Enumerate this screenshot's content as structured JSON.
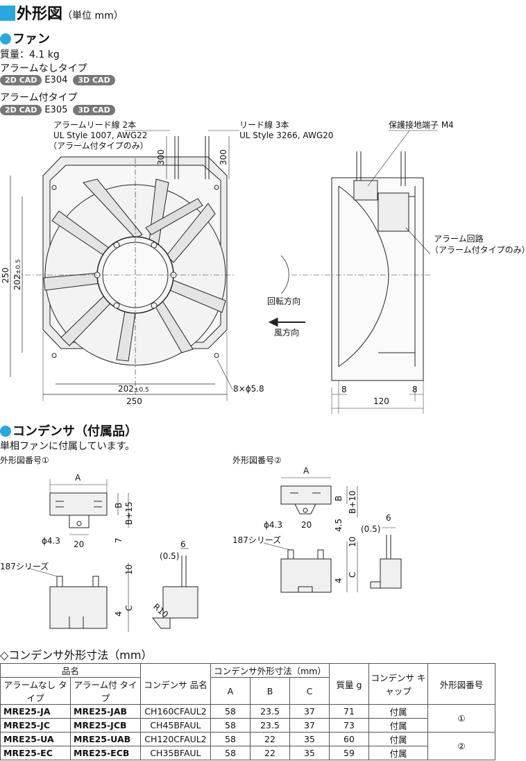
{
  "title": "外形図",
  "title_unit": "（単位 mm）",
  "fan": {
    "heading": "ファン",
    "mass": "質量：4.1 kg",
    "no_alarm_label": "アラームなしタイプ",
    "no_alarm_code": "E304",
    "alarm_label": "アラーム付タイプ",
    "alarm_code": "E305",
    "cad2d": "2D CAD",
    "cad3d": "3D CAD"
  },
  "fan_drawing": {
    "alarm_lead": "アラームリード線 2本",
    "alarm_lead_style": "UL Style 1007, AWG22",
    "alarm_lead_note": "（アラーム付タイプのみ）",
    "lead": "リード線 3本",
    "lead_style": "UL Style 3266, AWG20",
    "ground": "保護接地端子 M4",
    "alarm_circuit": "アラーム回路",
    "alarm_circuit_note": "（アラーム付タイプのみ）",
    "rotation": "回転方向",
    "airflow": "風方向",
    "dim_300": "300",
    "dim_250": "250",
    "dim_202": "202",
    "dim_tol": "±0.5",
    "holes": "8×ϕ5.8",
    "dim_8": "8",
    "dim_120": "120"
  },
  "capacitor": {
    "heading": "コンデンサ（付属品）",
    "note": "単相ファンに付属しています。",
    "fig1": "外形図番号①",
    "fig2": "外形図番号②",
    "A": "A",
    "B": "B",
    "B15": "B+15",
    "B10": "B+10",
    "C": "C",
    "phi": "ϕ4.3",
    "d20": "20",
    "d7": "7",
    "d10": "10",
    "d4": "4",
    "d45": "4.5",
    "d6": "6",
    "d05": "(0.5)",
    "r10": "R10",
    "series": "187シリーズ"
  },
  "table": {
    "title": "◇コンデンサ外形寸法（mm）",
    "h_name": "品名",
    "h_no_alarm": "アラームなし タイプ",
    "h_alarm": "アラーム付 タイプ",
    "h_cap_name": "コンデンサ 品名",
    "h_dims": "コンデンサ外形寸法（mm）",
    "h_A": "A",
    "h_B": "B",
    "h_C": "C",
    "h_mass": "質量 g",
    "h_cap": "コンデンサ キャップ",
    "h_fig": "外形図番号",
    "rows": [
      {
        "no_alarm": "MRE25-JA",
        "alarm": "MRE25-JAB",
        "cap": "CH160CFAUL2",
        "A": "58",
        "B": "23.5",
        "C": "37",
        "mass": "71",
        "capcap": "付属"
      },
      {
        "no_alarm": "MRE25-JC",
        "alarm": "MRE25-JCB",
        "cap": "CH45BFAUL",
        "A": "58",
        "B": "23.5",
        "C": "37",
        "mass": "73",
        "capcap": "付属"
      },
      {
        "no_alarm": "MRE25-UA",
        "alarm": "MRE25-UAB",
        "cap": "CH120CFAUL2",
        "A": "58",
        "B": "22",
        "C": "35",
        "mass": "60",
        "capcap": "付属"
      },
      {
        "no_alarm": "MRE25-EC",
        "alarm": "MRE25-ECB",
        "cap": "CH35BFAUL",
        "A": "58",
        "B": "22",
        "C": "35",
        "mass": "59",
        "capcap": "付属"
      }
    ],
    "fig1": "①",
    "fig2": "②"
  }
}
